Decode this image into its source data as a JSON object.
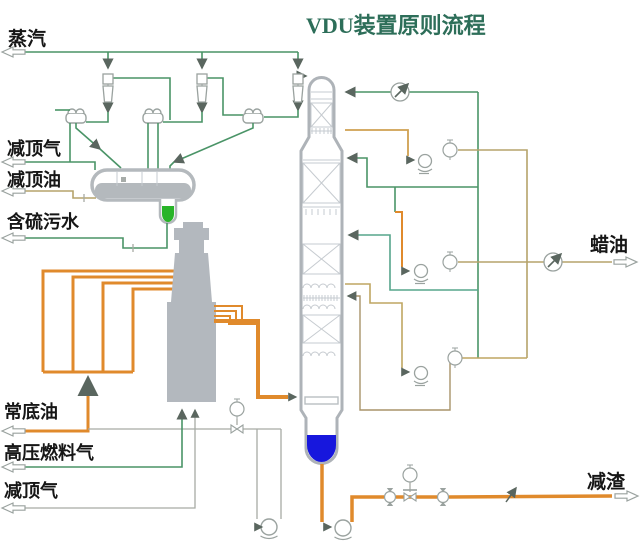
{
  "title": "VDU装置原则流程",
  "streams": {
    "steam": "蒸汽",
    "vacuum_top_gas": "减顶气",
    "vacuum_top_oil": "减顶油",
    "sour_water": "含硫污水",
    "atmospheric_bottom_oil": "常底油",
    "hp_fuel_gas": "高压燃料气",
    "vacuum_offgas": "减顶气",
    "wax_oil": "蜡油",
    "vacuum_residue": "减渣"
  },
  "equipment": {
    "ejector_stages": "3",
    "condensers": "3",
    "reflux_drum": "vacuum-top-reflux-drum",
    "furnace": "vacuum-furnace",
    "column": "vacuum-column"
  },
  "colors": {
    "line_green": "#4a9467",
    "line_teal": "#57a58c",
    "line_tan": "#b5a36b",
    "line_orange": "#e08a2c",
    "equipment_gray": "#b4b9bd",
    "boot_liquid_green": "#28b428",
    "bottom_liquid_blue": "#1717dd",
    "title_color": "#2d6e59"
  }
}
